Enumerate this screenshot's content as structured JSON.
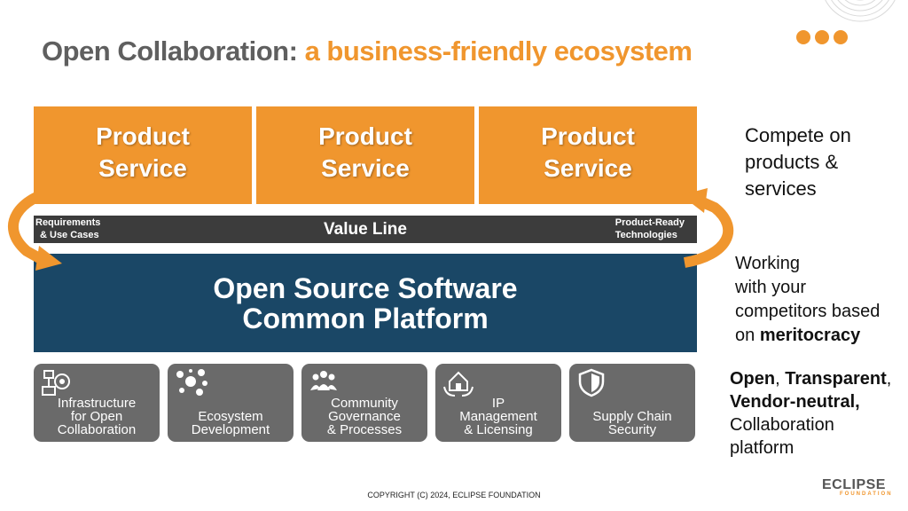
{
  "title": {
    "part1": "Open Collaboration:",
    "part2": "a business-friendly ecosystem"
  },
  "products": [
    {
      "line1": "Product",
      "line2": "Service"
    },
    {
      "line1": "Product",
      "line2": "Service"
    },
    {
      "line1": "Product",
      "line2": "Service"
    }
  ],
  "value_line": {
    "center": "Value Line",
    "left1": "Requirements",
    "left2": "& Use Cases",
    "right1": "Product-Ready",
    "right2": "Technologies"
  },
  "platform": {
    "line1": "Open Source Software",
    "line2": "Common Platform"
  },
  "tiles": [
    {
      "icon": "infrastructure-icon",
      "line1": "Infrastructure",
      "line2": "for Open",
      "line3": "Collaboration"
    },
    {
      "icon": "network-icon",
      "line1": "Ecosystem",
      "line2": "Development"
    },
    {
      "icon": "community-icon",
      "line1": "Community",
      "line2": "Governance",
      "line3": "& Processes"
    },
    {
      "icon": "house-hands-icon",
      "line1": "IP",
      "line2": "Management",
      "line3": "& Licensing"
    },
    {
      "icon": "shield-icon",
      "line1": "Supply Chain",
      "line2": "Security"
    }
  ],
  "right": {
    "compete1": "Compete on",
    "compete2": "products &",
    "compete3": "services",
    "work1": "Working",
    "work2": "with your",
    "work3": "competitors based",
    "work4_prefix": "on ",
    "work4_bold": "meritocracy",
    "open_bold": "Open",
    "comma1": ", ",
    "transparent_bold": "Transparent",
    "comma2": ",",
    "vendor_bold": "Vendor-neutral,",
    "collab1": "Collaboration",
    "collab2": "platform"
  },
  "footer": "COPYRIGHT (C) 2024, ECLIPSE FOUNDATION",
  "logo": {
    "main": "ECLIPSE",
    "sub": "FOUNDATION"
  },
  "colors": {
    "orange": "#f0962e",
    "navy": "#1a4766",
    "dark": "#3c3c3c",
    "tile": "#6a6a6a",
    "title_gray": "#5f5f5f"
  }
}
